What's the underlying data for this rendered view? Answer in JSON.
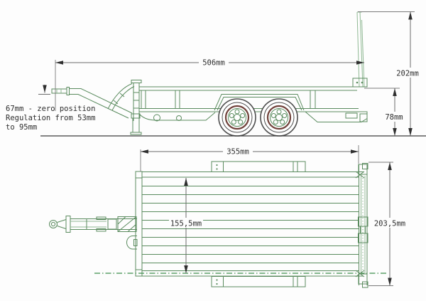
{
  "drawing": {
    "type": "trailer-technical-drawing",
    "views": [
      "side-elevation",
      "top-plan"
    ],
    "annotation": {
      "line1": "67mm - zero position",
      "line2": "Regulation from 53mm",
      "line3": "to 95mm"
    },
    "dimensions": {
      "overall_length": "506mm",
      "rear_total_height": "202mm",
      "bed_height": "78mm",
      "bed_length": "355mm",
      "bed_inner_width": "155,5mm",
      "overall_width": "203,5mm"
    },
    "colors": {
      "line_green": "#5a8b5e",
      "line_green_light": "#8fb893",
      "centerline_green": "#3e8f4b",
      "rim_brown": "#70413a",
      "tire_gray": "#4d4d4d",
      "dimension_gray": "#6b6b6b",
      "text_dark": "#2d2d2d",
      "background": "#fdfdfd"
    }
  }
}
